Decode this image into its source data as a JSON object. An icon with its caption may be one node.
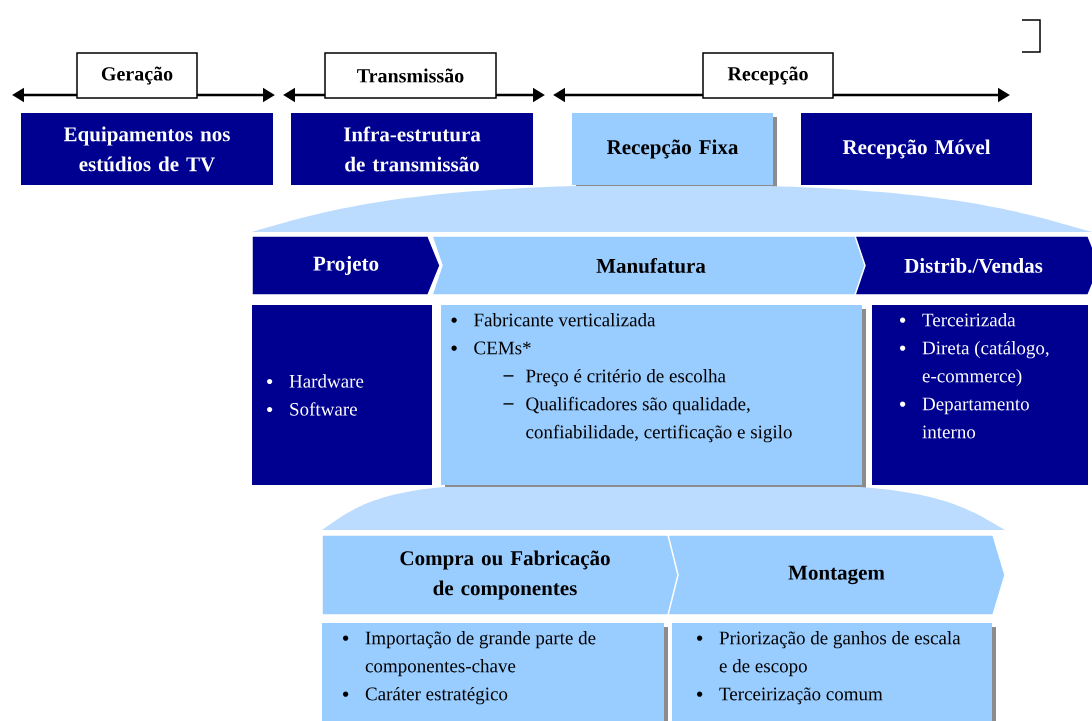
{
  "diagram": {
    "nodes": [
      {
        "text": [
          "Geração"
        ]
      },
      {
        "text": [
          "Transmissão"
        ]
      },
      {
        "text": [
          "Recepção"
        ]
      },
      {
        "text": [
          "Equipamentos nos estúdios de TV"
        ]
      },
      {
        "text": [
          "Infra-estrutura de transmissão"
        ]
      },
      {
        "text": [
          "Recepção Fixa"
        ]
      },
      {
        "text": [
          "Recepção Móvel"
        ]
      },
      {
        "text": [],
        "shape": "band"
      },
      {
        "text": [
          "Projeto"
        ]
      },
      {
        "text": [
          "Manufatura"
        ]
      },
      {
        "text": [
          "Distrib./Vendas"
        ]
      },
      {
        "text": [
          "Hardware",
          "Software"
        ]
      },
      {
        "text": [
          "Fabricante verticalizada",
          "CEMs*",
          "Preço é critério de escolha",
          "Qualificadores são qualidade, confiabilidade, certificação e sigilo"
        ]
      },
      {
        "text": [
          "Terceirizada",
          "Direta (catálogo, e-commerce)",
          "Departamento interno"
        ]
      },
      {
        "text": [],
        "shape": "band"
      },
      {
        "text": [
          "Compra ou Fabricação de componentes"
        ]
      },
      {
        "text": [
          "Montagem"
        ]
      },
      {
        "text": [
          "Importação de grande parte de componentes-chave",
          "Caráter estratégico"
        ]
      },
      {
        "text": [
          "Priorização de ganhos de escala e de escopo",
          "Terceirização comum"
        ]
      }
    ]
  }
}
